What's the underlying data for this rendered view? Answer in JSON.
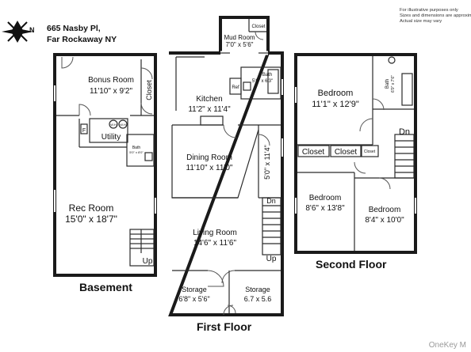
{
  "header": {
    "address_line1": "665 Nasby Pl,",
    "address_line2": "Far Rockaway NY",
    "compass_letter": "N",
    "disclaimer": "For illustrative purposes only\nSizes and dimensions are approximate\nActual size may vary"
  },
  "watermark": "OneKey M",
  "floors": {
    "basement": {
      "title": "Basement",
      "rooms": {
        "bonus_name": "Bonus Room",
        "bonus_dim": "11'10\" x 9'2\"",
        "closet": "Closet",
        "utility": "Utility",
        "wh1": "W.H",
        "wh2": "W.H",
        "f": "F",
        "bath_name": "Bath",
        "bath_dim": "5'0\" x 8'0\"",
        "rec_name": "Rec Room",
        "rec_dim": "15'0\" x 18'7\"",
        "up": "Up"
      }
    },
    "first": {
      "title": "First Floor",
      "rooms": {
        "mud_name": "Mud Room",
        "mud_dim": "7'0\" x 5'6\"",
        "mud_closet": "Closet",
        "kitchen_name": "Kitchen",
        "kitchen_dim": "11'2\" x 11'4\"",
        "ref": "Ref",
        "bath_name": "Bath",
        "bath_dim": "5'6\" x 6'3\"",
        "dining_name": "Dining Room",
        "dining_dim": "11'10\" x 11'0\"",
        "hall_dim": "5'0\" x 11'4\"",
        "living_name": "Living Room",
        "living_dim": "14'6\" x 11'6\"",
        "dn": "Dn",
        "up": "Up",
        "storage1_name": "Storage",
        "storage1_dim": "6'8\" x 5'6\"",
        "storage2_name": "Storage",
        "storage2_dim": "6.7 x 5.6"
      }
    },
    "second": {
      "title": "Second Floor",
      "rooms": {
        "bed1_name": "Bedroom",
        "bed1_dim": "11'1\" x 12'9\"",
        "bath_name": "Bath",
        "bath_dim": "6'0\" x 7'6\"",
        "dn": "Dn",
        "closet1": "Closet",
        "closet2": "Closet",
        "closet3": "Closet",
        "bed2_name": "Bedroom",
        "bed2_dim": "8'6\" x 13'8\"",
        "bed3_name": "Bedroom",
        "bed3_dim": "8'4\" x 10'0\""
      }
    }
  }
}
